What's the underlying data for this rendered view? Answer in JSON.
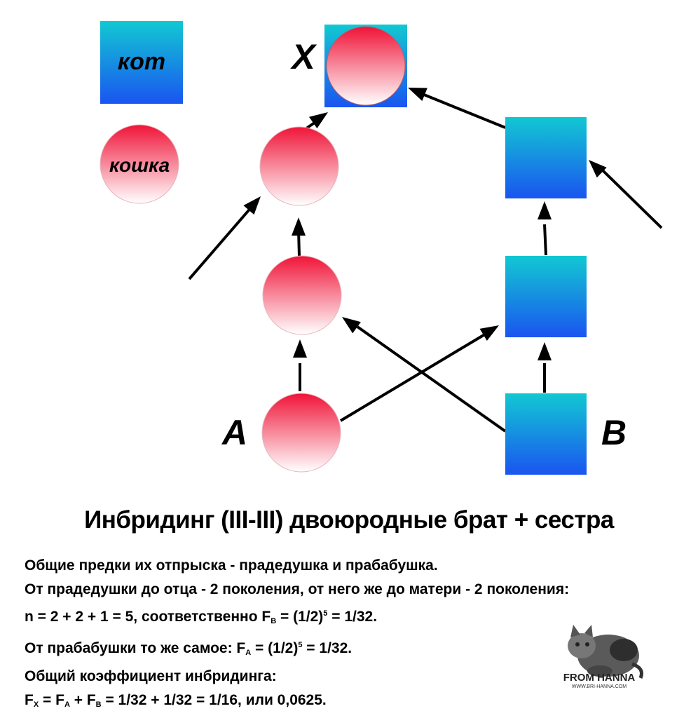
{
  "legend": {
    "male_label": "кот",
    "female_label": "кошка"
  },
  "nodes": {
    "x_label": "X",
    "a_label": "A",
    "b_label": "B"
  },
  "title": "Инбридинг (III-III) двоюродные брат + сестра",
  "explanation": {
    "line1": "Общие предки их отпрыска - прадедушка и прабабушка.",
    "line2": "От прадедушки до отца - 2 поколения, от него же до матери - 2 поколения:",
    "line3_pre": "n = 2 + 2 + 1 = 5, соответственно F",
    "line3_sub": "B",
    "line3_mid": " = (1/2)",
    "line3_sup": "5",
    "line3_post": " = 1/32.",
    "line4_pre": "От прабабушки то же самое: F",
    "line4_sub": "A",
    "line4_mid": " = (1/2)",
    "line4_sup": "5",
    "line4_post": " = 1/32.",
    "line5": "Общий коэффициент инбридинга:",
    "line6_f1": "F",
    "line6_sub1": "X",
    "line6_eq1": " = F",
    "line6_sub2": "A",
    "line6_plus": " + F",
    "line6_sub3": "B",
    "line6_post": " = 1/32 + 1/32 = 1/16, или 0,0625."
  },
  "logo": {
    "name": "FROM HANNA",
    "url": "WWW.BRI-HANNA.COM"
  },
  "colors": {
    "male_top": "#12c8d2",
    "male_bottom": "#1a55f0",
    "female_top": "#f01438",
    "female_bottom": "#ffffff"
  }
}
